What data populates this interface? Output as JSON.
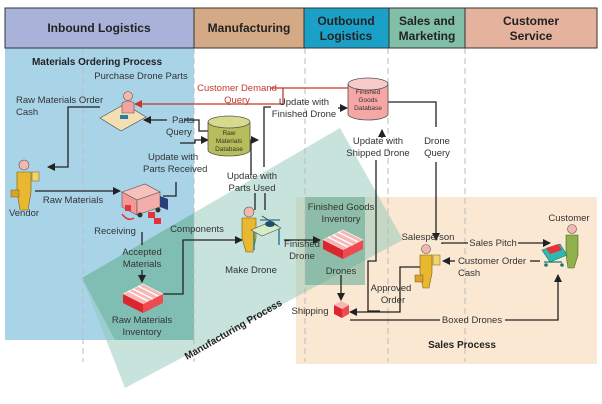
{
  "headers": [
    {
      "label": "Inbound Logistics",
      "color": "#a9b3d9"
    },
    {
      "label": "Manufacturing",
      "color": "#d4a985"
    },
    {
      "label_line1": "Outbound",
      "label_line2": "Logistics",
      "color": "#1ba1c8"
    },
    {
      "label_line1": "Sales and",
      "label_line2": "Marketing",
      "color": "#82bfa9"
    },
    {
      "label_line1": "Customer",
      "label_line2": "Service",
      "color": "#e4b29d"
    }
  ],
  "processes": {
    "materials_ordering": "Materials Ordering Process",
    "manufacturing": "Manufacturing Process",
    "sales": "Sales Process"
  },
  "colors": {
    "inbound_region": "#a9d4e8",
    "manufacturing_band": "#8fc7b8",
    "sales_region": "#fbe8d3",
    "raw_db": "#b7bd5a",
    "finished_db": "#f4a7a4",
    "red_flow": "#c0392b"
  },
  "nodes": {
    "purchase_drone_parts": "Purchase Drone Parts",
    "vendor": "Vendor",
    "receiving": "Receiving",
    "raw_materials_inventory_1": "Raw Materials",
    "raw_materials_inventory_2": "Inventory",
    "raw_db_1": "Raw",
    "raw_db_2": "Materials",
    "raw_db_3": "Database",
    "make_drone": "Make Drone",
    "finished_goods_inventory_1": "Finished Goods",
    "finished_goods_inventory_2": "Inventory",
    "finished_db_1": "Finished",
    "finished_db_2": "Goods",
    "finished_db_3": "Database",
    "shipping": "Shipping",
    "salesperson": "Salesperson",
    "customer": "Customer"
  },
  "flows": {
    "raw_materials_order_1": "Raw Materials Order",
    "raw_materials_order_2": "Cash",
    "customer_demand_1": "Customer Demand",
    "customer_demand_2": "Query",
    "parts_query_1": "Parts",
    "parts_query_2": "Query",
    "update_parts_received_1": "Update with",
    "update_parts_received_2": "Parts Received",
    "raw_materials": "Raw Materials",
    "accepted_materials_1": "Accepted",
    "accepted_materials_2": "Materials",
    "components": "Components",
    "update_parts_used_1": "Update with",
    "update_parts_used_2": "Parts Used",
    "update_finished_drone_1": "Update with",
    "update_finished_drone_2": "Finished Drone",
    "update_shipped_drone_1": "Update with",
    "update_shipped_drone_2": "Shipped Drone",
    "drone_query_1": "Drone",
    "drone_query_2": "Query",
    "finished_drone_1": "Finished",
    "finished_drone_2": "Drone",
    "drones": "Drones",
    "approved_order_1": "Approved",
    "approved_order_2": "Order",
    "sales_pitch": "Sales Pitch",
    "customer_order_1": "Customer Order",
    "customer_order_2": "Cash",
    "boxed_drones": "Boxed Drones"
  }
}
